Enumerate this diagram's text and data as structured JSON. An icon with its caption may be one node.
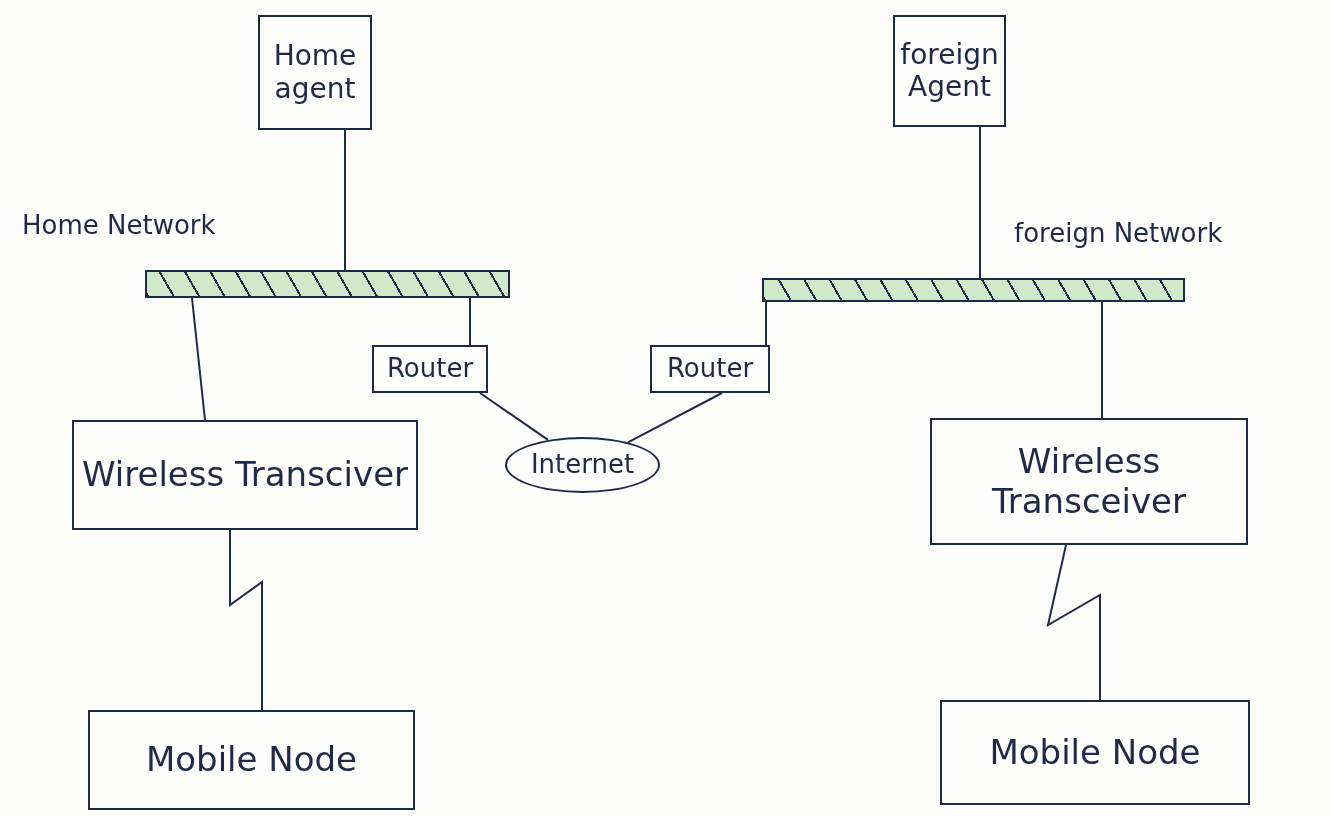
{
  "diagram": {
    "nodes": [
      {
        "text": [
          "Home agent"
        ]
      },
      {
        "text": [
          "foreign Agent"
        ]
      },
      {
        "text": [
          "Home Network"
        ]
      },
      {
        "text": [
          "foreign Network"
        ]
      },
      {
        "text": [
          "Router"
        ]
      },
      {
        "text": [
          "Router"
        ]
      },
      {
        "text": [
          "Internet"
        ]
      },
      {
        "text": [
          "Wireless Transciver"
        ]
      },
      {
        "text": [
          "Wireless Transceiver"
        ]
      },
      {
        "text": [
          "Mobile Node"
        ]
      },
      {
        "text": [
          "Mobile Node"
        ]
      }
    ],
    "edges": [
      {
        "from": 0,
        "to": 2,
        "arrow": "none"
      },
      {
        "from": 1,
        "to": 3,
        "arrow": "none"
      },
      {
        "from": 2,
        "to": 7,
        "arrow": "none"
      },
      {
        "from": 2,
        "to": 4,
        "arrow": "none"
      },
      {
        "from": 3,
        "to": 5,
        "arrow": "none"
      },
      {
        "from": 3,
        "to": 8,
        "arrow": "none"
      },
      {
        "from": 4,
        "to": 6,
        "arrow": "none"
      },
      {
        "from": 5,
        "to": 6,
        "arrow": "none"
      },
      {
        "from": 7,
        "to": 9,
        "arrow": "none"
      },
      {
        "from": 8,
        "to": 10,
        "arrow": "none"
      }
    ]
  }
}
